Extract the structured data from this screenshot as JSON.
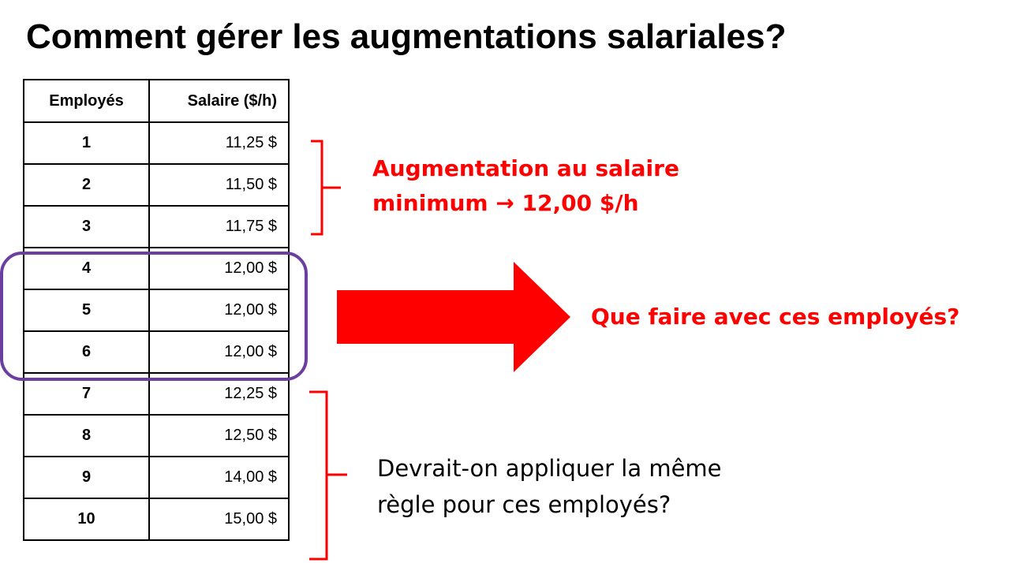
{
  "title": "Comment gérer les augmentations salariales?",
  "table": {
    "headers": [
      "Employés",
      "Salaire ($/h)"
    ],
    "rows": [
      {
        "employee": "1",
        "salary": "11,25 $"
      },
      {
        "employee": "2",
        "salary": "11,50 $"
      },
      {
        "employee": "3",
        "salary": "11,75 $"
      },
      {
        "employee": "4",
        "salary": "12,00 $"
      },
      {
        "employee": "5",
        "salary": "12,00 $"
      },
      {
        "employee": "6",
        "salary": "12,00 $"
      },
      {
        "employee": "7",
        "salary": "12,25 $"
      },
      {
        "employee": "8",
        "salary": "12,50 $"
      },
      {
        "employee": "9",
        "salary": "14,00 $"
      },
      {
        "employee": "10",
        "salary": "15,00 $"
      }
    ]
  },
  "notes": {
    "minimum_line1": "Augmentation au salaire",
    "minimum_line2": "minimum → 12,00 $/h",
    "question": "Que faire avec ces employés?",
    "rule_line1": "Devrait-on appliquer la même",
    "rule_line2": "règle pour ces employés?"
  },
  "colors": {
    "accent_red": "#ff0000",
    "highlight_purple": "#6b3fa0"
  }
}
